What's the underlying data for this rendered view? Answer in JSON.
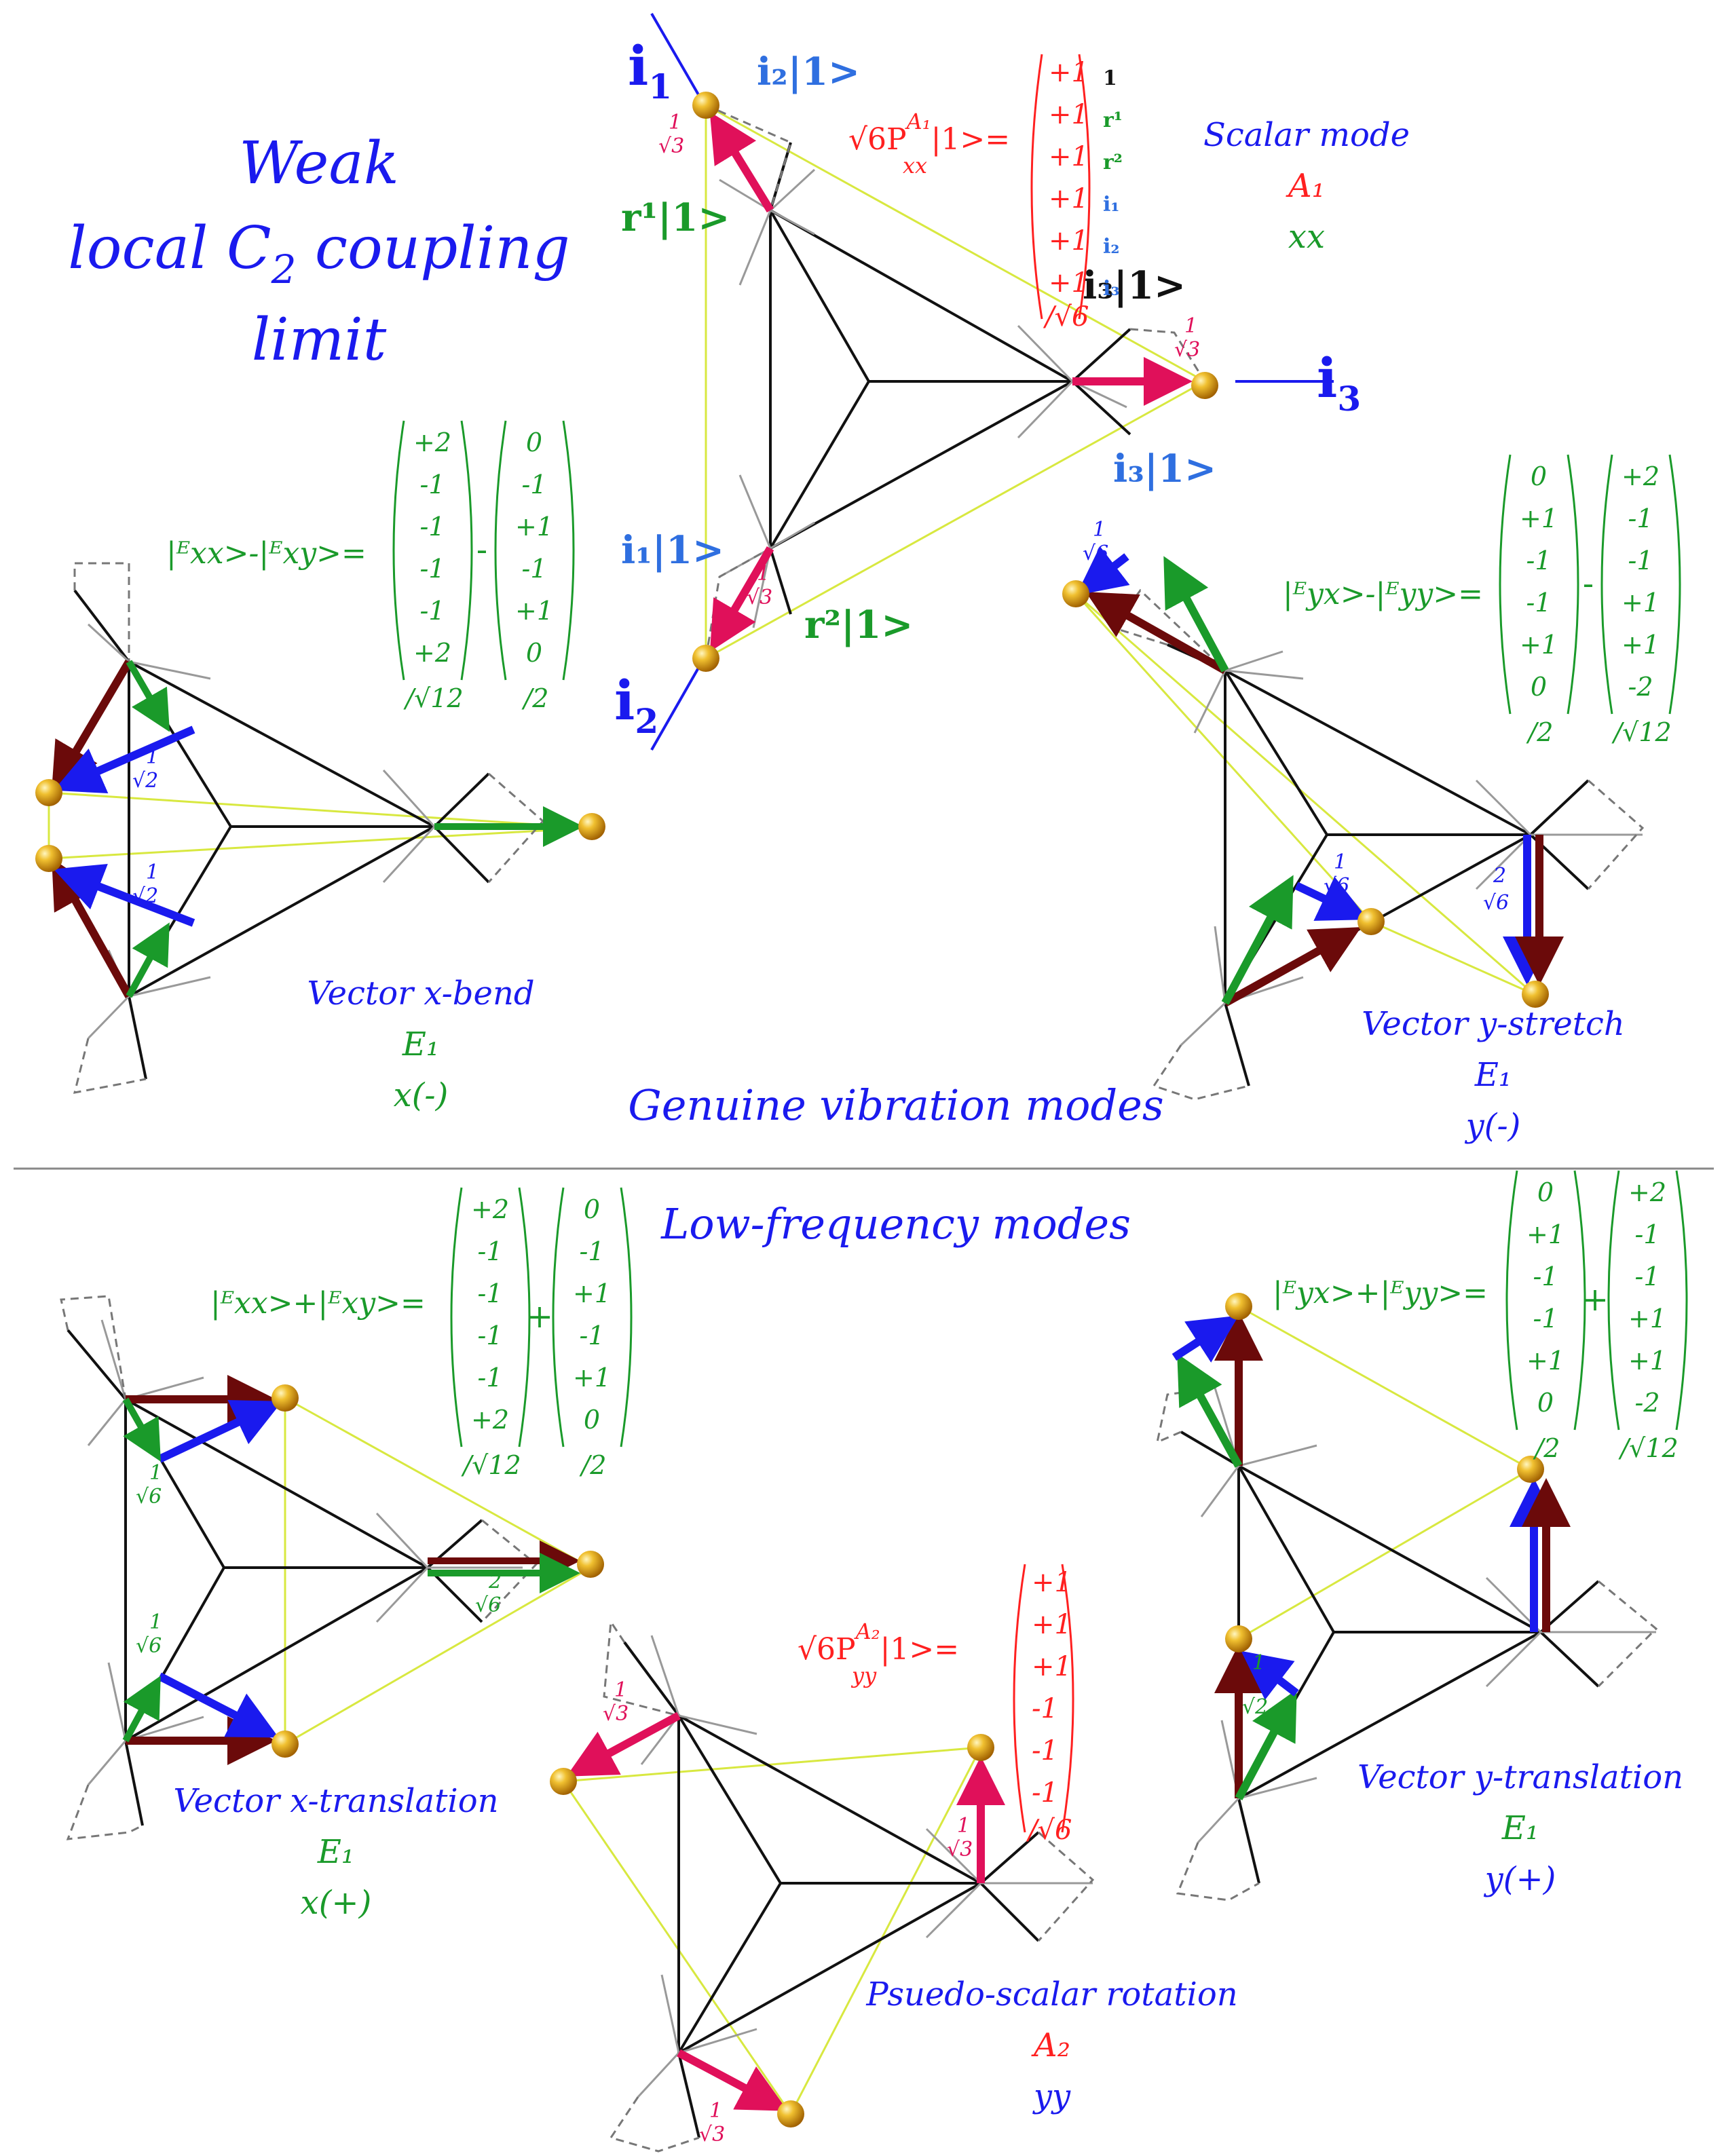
{
  "title": {
    "line1": "Weak",
    "line2a": "local C",
    "line2sub": "2",
    "line2b": " coupling",
    "line3": "limit"
  },
  "section_labels": {
    "genuine": "Genuine vibration modes",
    "low_freq": "Low-frequency modes"
  },
  "axis_labels": {
    "i1_letter": "i",
    "i1_sub": "1",
    "i2_letter": "i",
    "i2_sub": "2",
    "i3_letter": "i",
    "i3_sub": "3"
  },
  "state_labels": {
    "i2_state": "i₂|1>",
    "r1_state": "r¹|1>",
    "i1_state": "i₁|1>",
    "r2_state": "r²|1>",
    "i3_state_top": "i₃|1>",
    "i3_state_bot": "i₃|1>"
  },
  "scalar": {
    "projector": "√6P",
    "proj_sup": "A₁",
    "proj_sub": "xx",
    "ket": "|1>=",
    "entries": [
      "+1",
      "+1",
      "+1",
      "+1",
      "+1",
      "+1"
    ],
    "row_labels": [
      "1",
      "r¹",
      "r²",
      "i₁",
      "i₂",
      "i₃"
    ],
    "norm": "/√6",
    "mode_name": "Scalar mode",
    "irrep": "A₁",
    "component": "xx",
    "coef": "1",
    "coef_den": "√3"
  },
  "x_bend": {
    "label": "|ᴱxx>-|ᴱxy>=",
    "vec1": [
      "+2",
      "-1",
      "-1",
      "-1",
      "-1",
      "+2"
    ],
    "norm1": "/√12",
    "op": "-",
    "vec2": [
      "0",
      "-1",
      "+1",
      "-1",
      "+1",
      "0"
    ],
    "norm2": "/2",
    "mode_name": "Vector x-bend",
    "irrep": "E₁",
    "component": "x(-)",
    "coef": "1",
    "coef_den": "√2"
  },
  "y_stretch": {
    "label": "|ᴱyx>-|ᴱyy>=",
    "vec1": [
      "0",
      "+1",
      "-1",
      "-1",
      "+1",
      "0"
    ],
    "norm1": "/2",
    "op": "-",
    "vec2": [
      "+2",
      "-1",
      "-1",
      "+1",
      "+1",
      "-2"
    ],
    "norm2": "/√12",
    "mode_name": "Vector y-stretch",
    "irrep": "E₁",
    "component": "y(-)",
    "coef": "1",
    "coef_den": "√6",
    "coef2": "2",
    "coef2_den": "√6"
  },
  "x_translation": {
    "label": "|ᴱxx>+|ᴱxy>=",
    "vec1": [
      "+2",
      "-1",
      "-1",
      "-1",
      "-1",
      "+2"
    ],
    "norm1": "/√12",
    "op": "+",
    "vec2": [
      "0",
      "-1",
      "+1",
      "-1",
      "+1",
      "0"
    ],
    "norm2": "/2",
    "mode_name": "Vector x-translation",
    "irrep": "E₁",
    "component": "x(+)",
    "coef": "1",
    "coef_den": "√6",
    "coef2": "2",
    "coef2_den": "√6"
  },
  "rotation": {
    "projector": "√6P",
    "proj_sup": "A₂",
    "proj_sub": "yy",
    "ket": "|1>=",
    "entries": [
      "+1",
      "+1",
      "+1",
      "-1",
      "-1",
      "-1"
    ],
    "norm": "/√6",
    "mode_name": "Psuedo-scalar rotation",
    "irrep": "A₂",
    "component": "yy",
    "coef": "1",
    "coef_den": "√3"
  },
  "y_translation": {
    "label": "|ᴱyx>+|ᴱyy>=",
    "vec1": [
      "0",
      "+1",
      "-1",
      "-1",
      "+1",
      "0"
    ],
    "norm1": "/2",
    "op": "+",
    "vec2": [
      "+2",
      "-1",
      "-1",
      "+1",
      "+1",
      "-2"
    ],
    "norm2": "/√12",
    "mode_name": "Vector y-translation",
    "irrep": "E₁",
    "component": "y(+)",
    "coef": "1",
    "coef_den": "√2"
  },
  "colors": {
    "title": "#1a1aee",
    "scalar": "#e0105a",
    "green": "#1a9a2a",
    "blue": "#1a1aee",
    "maroon": "#6b0a0a",
    "triangle": "#d8e840",
    "gold": "#e0a020"
  }
}
